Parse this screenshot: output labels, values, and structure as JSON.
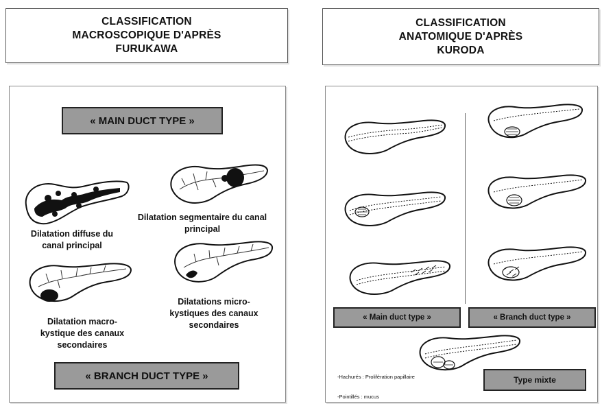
{
  "left": {
    "title": "CLASSIFICATION MACROSCOPIQUE D'APRÈS FURUKAWA",
    "main_duct_label": "« MAIN DUCT TYPE »",
    "branch_duct_label": "« BRANCH DUCT TYPE »",
    "captions": {
      "diffuse": "Dilatation diffuse du canal principal",
      "segmental": "Dilatation segmentaire du canal principal",
      "macro": "Dilatation macro-kystique des canaux secondaires",
      "micro": "Dilatations micro-kystiques des canaux secondaires"
    }
  },
  "right": {
    "title": "CLASSIFICATION ANATOMIQUE D'APRÈS KURODA",
    "main_duct_label": "« Main duct type »",
    "branch_duct_label": "« Branch duct type »",
    "mixed_label": "Type mixte",
    "legend": {
      "hachures": "-Hachurés : Prolifération papillaire",
      "pointilles": "-Pointillés : mucus"
    }
  }
}
